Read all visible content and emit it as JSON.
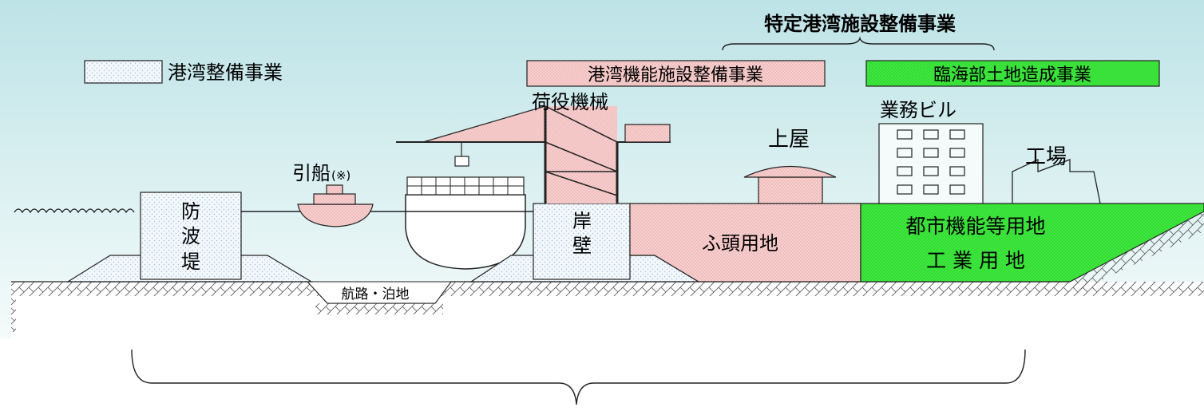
{
  "legend": {
    "port_development": "港湾整備事業",
    "port_function_facility": "港湾機能施設整備事業",
    "coastal_land": "臨海部土地造成事業",
    "specific_port_facility": "特定港湾施設整備事業"
  },
  "labels": {
    "cargo_machinery": "荷役機械",
    "business_building": "業務ビル",
    "shed": "上屋",
    "factory": "工場",
    "tugboat": "引船",
    "tugboat_note": "(※)",
    "breakwater": [
      "防",
      "波",
      "堤"
    ],
    "quay_wall": [
      "岸",
      "壁"
    ],
    "wharf_land": "ふ頭用地",
    "urban_land": "都市機能等用地",
    "industrial_land": "工 業 用 地",
    "channel": "航路・泊地"
  },
  "colors": {
    "sky_top": "#bfe4e8",
    "sky_bottom": "#f4fbfa",
    "pink": "#f6cccc",
    "green": "#33e633",
    "dotted": "#e2eff7"
  }
}
